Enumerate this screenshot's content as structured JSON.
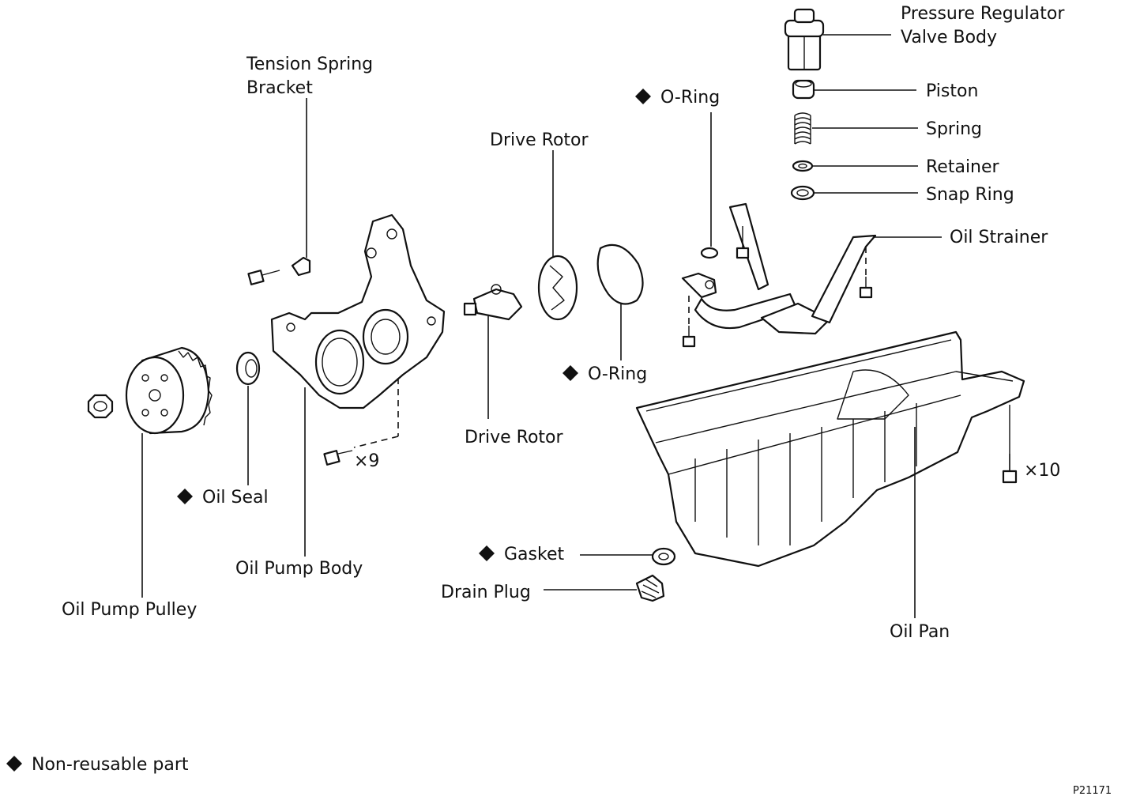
{
  "labels": {
    "pressure_regulator_line1": "Pressure Regulator",
    "pressure_regulator_line2": "Valve Body",
    "piston": "Piston",
    "spring": "Spring",
    "retainer": "Retainer",
    "snap_ring": "Snap Ring",
    "oil_strainer": "Oil Strainer",
    "o_ring_upper": "O-Ring",
    "o_ring_lower": "O-Ring",
    "drive_rotor_upper": "Drive Rotor",
    "drive_rotor_lower": "Drive Rotor",
    "tension_spring_line1": "Tension Spring",
    "tension_spring_line2": "Bracket",
    "oil_seal": "Oil Seal",
    "oil_pump_body": "Oil Pump Body",
    "oil_pump_pulley": "Oil Pump Pulley",
    "gasket": "Gasket",
    "drain_plug": "Drain Plug",
    "oil_pan": "Oil Pan",
    "bolt_qty_9": "×9",
    "bolt_qty_10": "×10"
  },
  "legend": {
    "non_reusable": "Non-reusable part"
  },
  "figure_code": "P21171"
}
